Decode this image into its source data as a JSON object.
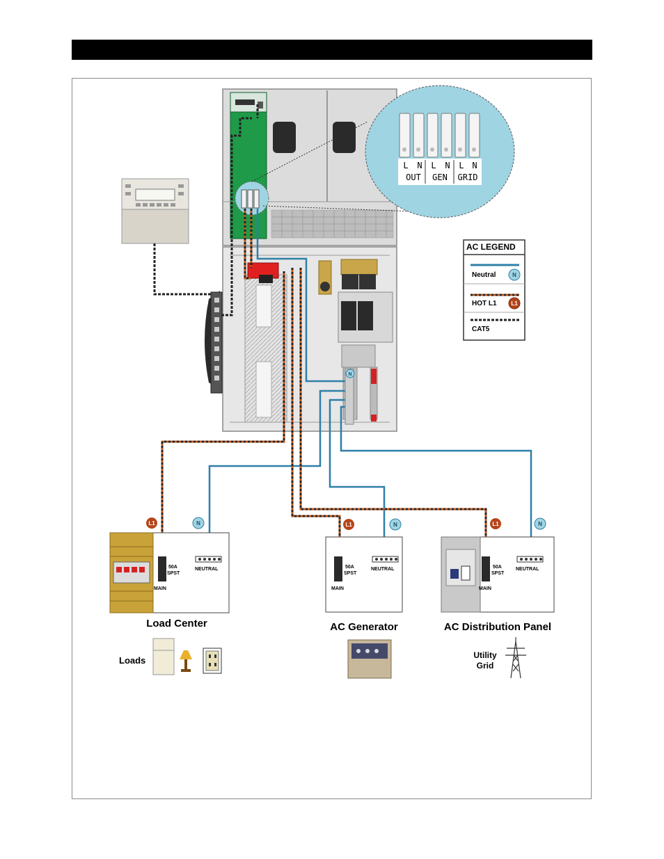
{
  "header": {
    "title": ""
  },
  "legend": {
    "title": "AC LEGEND",
    "items": [
      {
        "label": "Neutral",
        "badge": "N",
        "color": "#2f7fa8"
      },
      {
        "label": "HOT L1",
        "badge": "L1",
        "color": "#c2571a"
      },
      {
        "label": "CAT5",
        "badge": "",
        "color": "#222222"
      }
    ]
  },
  "terminal_zoom": {
    "letters": [
      "L",
      "N",
      "L",
      "N",
      "L",
      "N"
    ],
    "groups": [
      "OUT",
      "GEN",
      "GRID"
    ]
  },
  "badges": {
    "hot": "L1",
    "neutral": "N"
  },
  "panels": {
    "load_center": {
      "title": "Load Center",
      "breaker": "50A\nSPST",
      "breaker_line1": "50A",
      "breaker_line2": "SPST",
      "main": "MAIN",
      "neutral": "NEUTRAL"
    },
    "ac_generator": {
      "title": "AC Generator",
      "breaker_line1": "50A",
      "breaker_line2": "SPST",
      "main": "MAIN",
      "neutral": "NEUTRAL"
    },
    "ac_distribution": {
      "title": "AC Distribution Panel",
      "breaker_line1": "50A",
      "breaker_line2": "SPST",
      "main": "MAIN",
      "neutral": "NEUTRAL"
    }
  },
  "captions": {
    "loads": "Loads",
    "utility_line1": "Utility",
    "utility_line2": "Grid"
  },
  "colors": {
    "neutral_wire": "#2f7fa8",
    "hot_wire": "#c2571a",
    "cat5": "#222222",
    "zoom_fill": "#9fd4e2",
    "board_green": "#1f9a48"
  }
}
